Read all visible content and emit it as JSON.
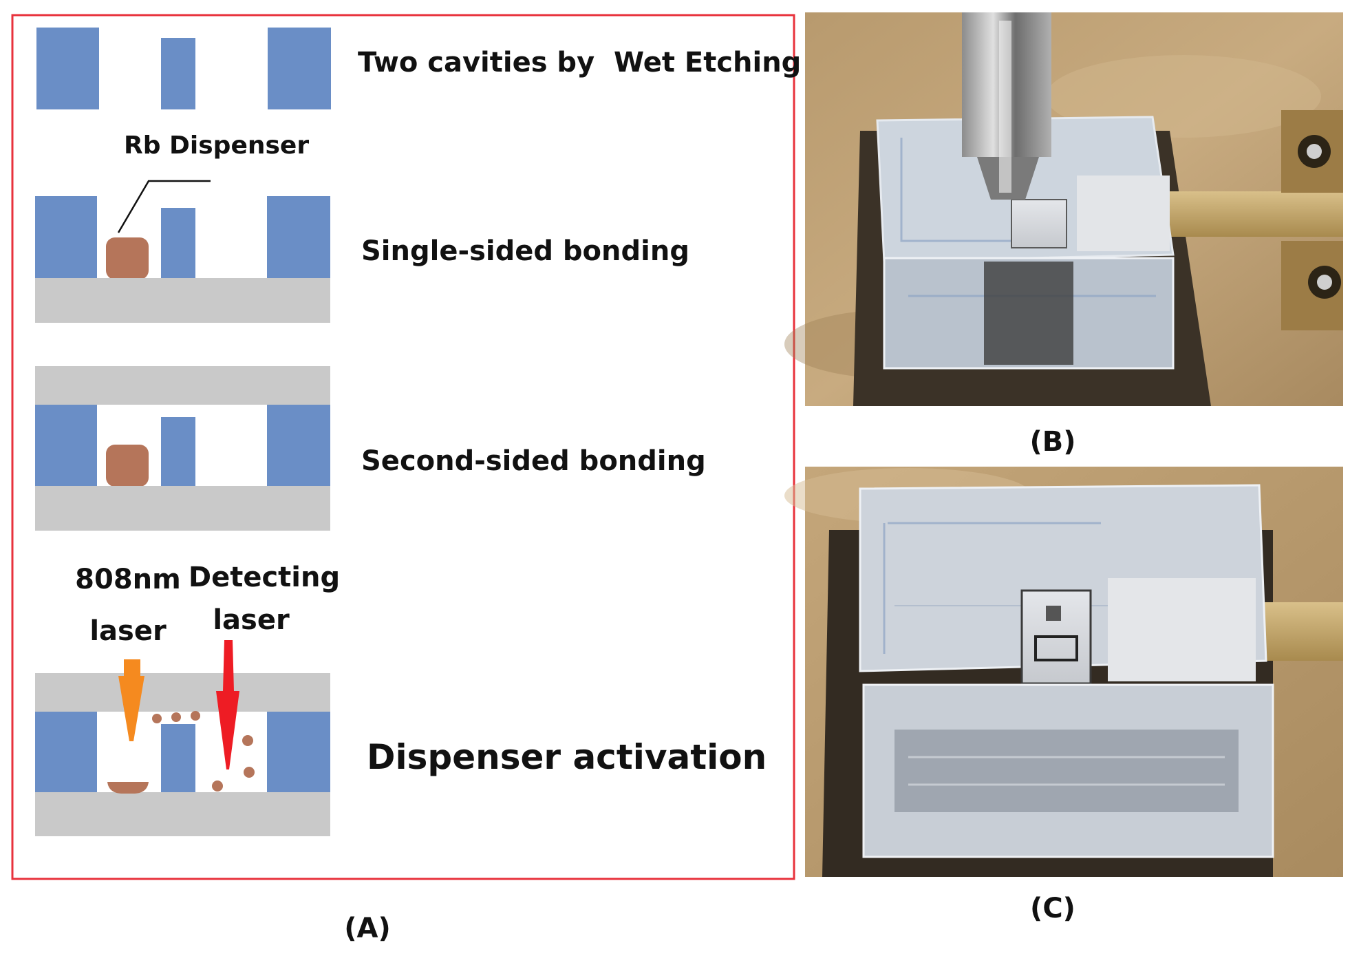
{
  "panel_a": {
    "steps": {
      "step1": "Two cavities by  Wet Etching",
      "step2_callout": "Rb Dispenser",
      "step2": "Single-sided bonding",
      "step3": "Second-sided bonding",
      "step4": "Dispenser activation"
    },
    "lasers": {
      "pump_line1": "808nm",
      "pump_line2": "laser",
      "probe_line1": "Detecting",
      "probe_line2": "laser"
    },
    "caption": "(A)"
  },
  "panel_b": {
    "caption": "(B)"
  },
  "panel_c": {
    "caption": "(C)"
  },
  "colors": {
    "silicon": "#6a8ec6",
    "glass": "#c9c9c9",
    "dispenser": "#b5755a",
    "pump_laser": "#f58a1f",
    "probe_laser": "#ee1c24",
    "frame": "#e8323c"
  }
}
